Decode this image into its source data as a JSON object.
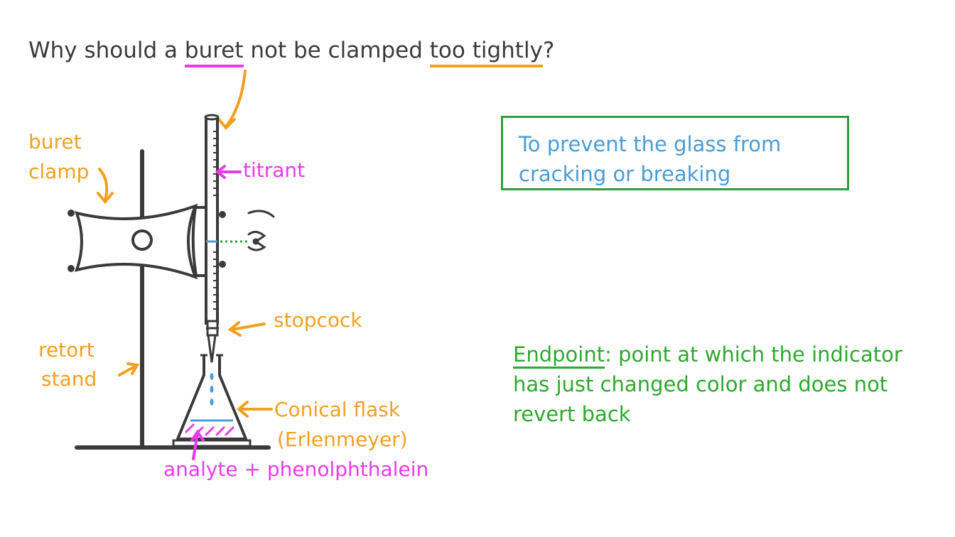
{
  "question": {
    "prefix": "Why should a ",
    "buret_word": "buret",
    "middle": " not be clamped ",
    "emphasis": "too tightly",
    "suffix": "?"
  },
  "answer": {
    "text": "To prevent the glass from cracking or breaking"
  },
  "definition": {
    "term": "Endpoint",
    "text": ": point at which the indicator has just changed color and does not revert back"
  },
  "labels": {
    "buret_clamp_1": "buret",
    "buret_clamp_2": "clamp",
    "titrant": "titrant",
    "stopcock": "stopcock",
    "retort_1": "retort",
    "retort_2": "stand",
    "flask_1": "Conical flask",
    "flask_2": "(Erlenmeyer)",
    "analyte": "analyte + phenolphthalein"
  },
  "colors": {
    "orange": "#f0a020",
    "pink": "#e83be8",
    "green": "#2ea82e",
    "blue": "#4a9cd6",
    "ink": "#3a3a3a"
  }
}
